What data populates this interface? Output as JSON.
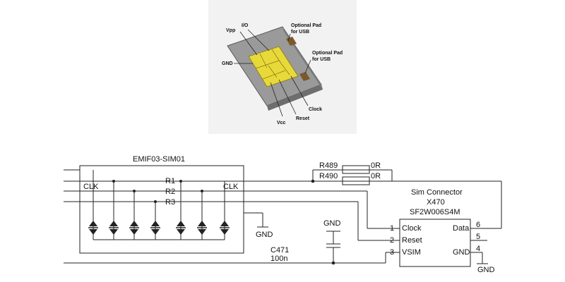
{
  "sim_card": {
    "labels": {
      "vpp": "Vpp",
      "io": "I/O",
      "gnd": "GND",
      "vcc": "Vcc",
      "reset": "Reset",
      "clock": "Clock",
      "usb_pad_1": [
        "Optional Pad",
        "for USB"
      ],
      "usb_pad_2": [
        "Optional Pad",
        "for USB"
      ]
    },
    "colors": {
      "panel": "#f2f2f2",
      "card": "#9a9a9a",
      "card_edge": "#5a5a5a",
      "chip": "#e8d93a",
      "chip_edge": "#8a7a10",
      "usb_pad": "#7a5a2a"
    }
  },
  "schematic": {
    "ic": {
      "name": "EMIF03-SIM01",
      "left_clk": "CLK",
      "right_clk": "CLK",
      "resistors": [
        "R1",
        "R2",
        "R3"
      ]
    },
    "gnd_ic": "GND",
    "resistors": [
      {
        "ref": "R489",
        "value": "0R"
      },
      {
        "ref": "R490",
        "value": "0R"
      }
    ],
    "capacitor": {
      "ref": "C471",
      "value": "100n",
      "gnd": "GND"
    },
    "connector": {
      "title": "Sim Connector",
      "ref": "X470",
      "part": "SF2W006S4M",
      "left_pins": [
        {
          "num": "1",
          "name": "Clock"
        },
        {
          "num": "2",
          "name": "Reset"
        },
        {
          "num": "3",
          "name": "VSIM"
        }
      ],
      "right_pins": [
        {
          "num": "6",
          "name": "Data"
        },
        {
          "num": "5",
          "name": ""
        },
        {
          "num": "4",
          "name": "GND"
        }
      ],
      "gnd": "GND"
    }
  }
}
